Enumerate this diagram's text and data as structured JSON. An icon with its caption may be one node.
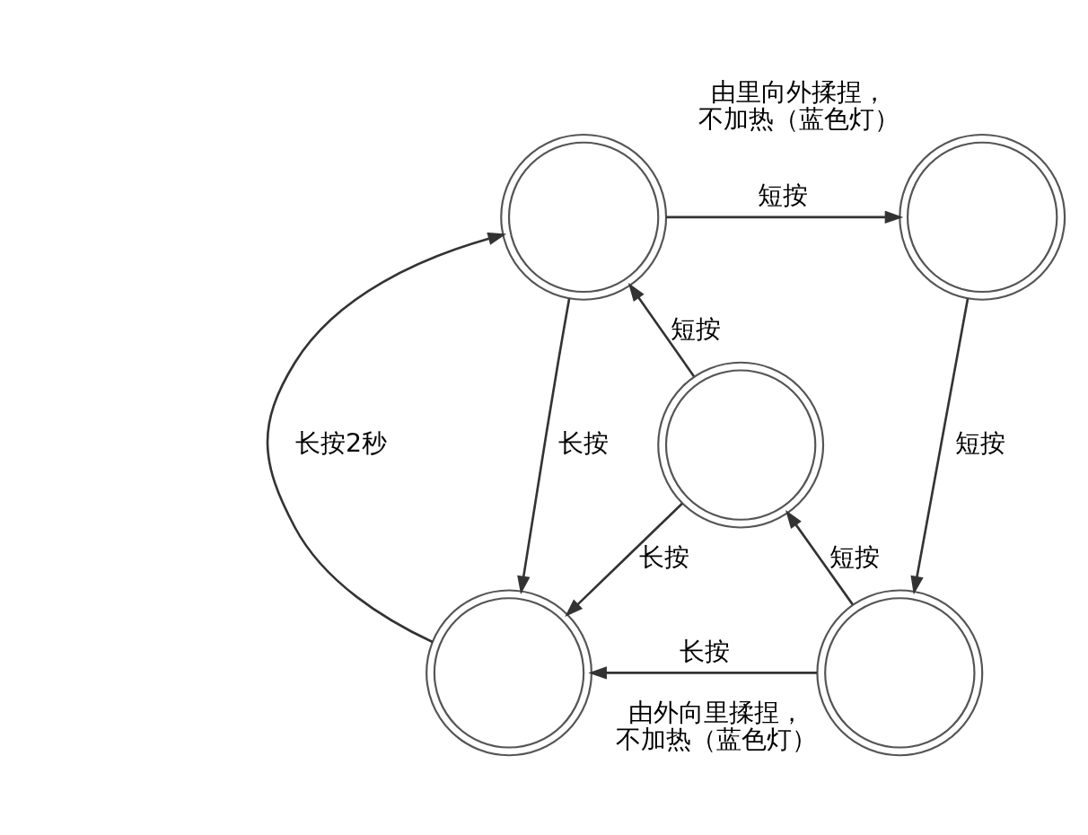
{
  "diagram": {
    "nodes": [
      {
        "text": [],
        "shape": "circle"
      },
      {
        "text": [],
        "shape": "circle",
        "beside": [
          "由里向外揉捏，不加热（蓝色灯）"
        ]
      },
      {
        "text": [],
        "shape": "circle"
      },
      {
        "text": [],
        "shape": "circle"
      },
      {
        "text": [],
        "shape": "circle",
        "beside": [
          "由外向里揉捏，不加热（蓝色灯）"
        ]
      }
    ],
    "edges": [
      {
        "from": 0,
        "to": 1,
        "arrow": "to",
        "label": "短按"
      },
      {
        "from": 2,
        "to": 0,
        "arrow": "to",
        "label": "短按"
      },
      {
        "from": 3,
        "to": 0,
        "arrow": "to",
        "label": "长按2秒"
      },
      {
        "from": 0,
        "to": 3,
        "arrow": "to",
        "label": "长按"
      },
      {
        "from": 1,
        "to": 4,
        "arrow": "to",
        "label": "短按"
      },
      {
        "from": 2,
        "to": 3,
        "arrow": "to",
        "label": "长按"
      },
      {
        "from": 4,
        "to": 2,
        "arrow": "to",
        "label": "短按"
      },
      {
        "from": 4,
        "to": 3,
        "arrow": "to",
        "label": "长按"
      }
    ]
  }
}
